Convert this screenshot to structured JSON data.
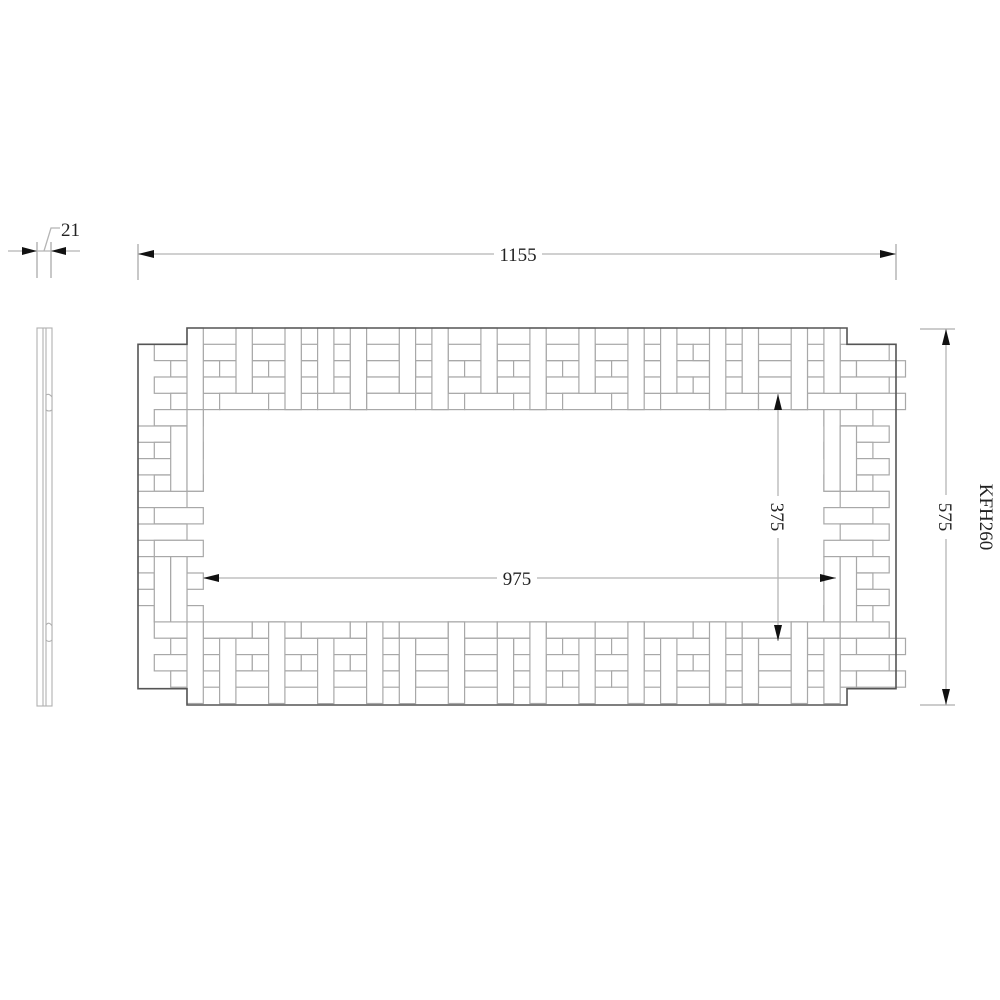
{
  "drawing": {
    "model_code": "KFH260",
    "subject": "Rectangular woven-tile wall mirror frame, front and side elevation",
    "units": "mm"
  },
  "dimensions": {
    "depth": {
      "label": "21",
      "value": 21
    },
    "overall_width": {
      "label": "1155",
      "value": 1155
    },
    "overall_height": {
      "label": "575",
      "value": 575
    },
    "mirror_width": {
      "label": "975",
      "value": 975
    },
    "mirror_height": {
      "label": "375",
      "value": 375
    }
  },
  "colors": {
    "background": "#ffffff",
    "outline": "#555555",
    "tile_edge": "#a8a8a8",
    "dimension_line": "#b5b5b5",
    "arrow": "#111111",
    "text": "#222222"
  }
}
